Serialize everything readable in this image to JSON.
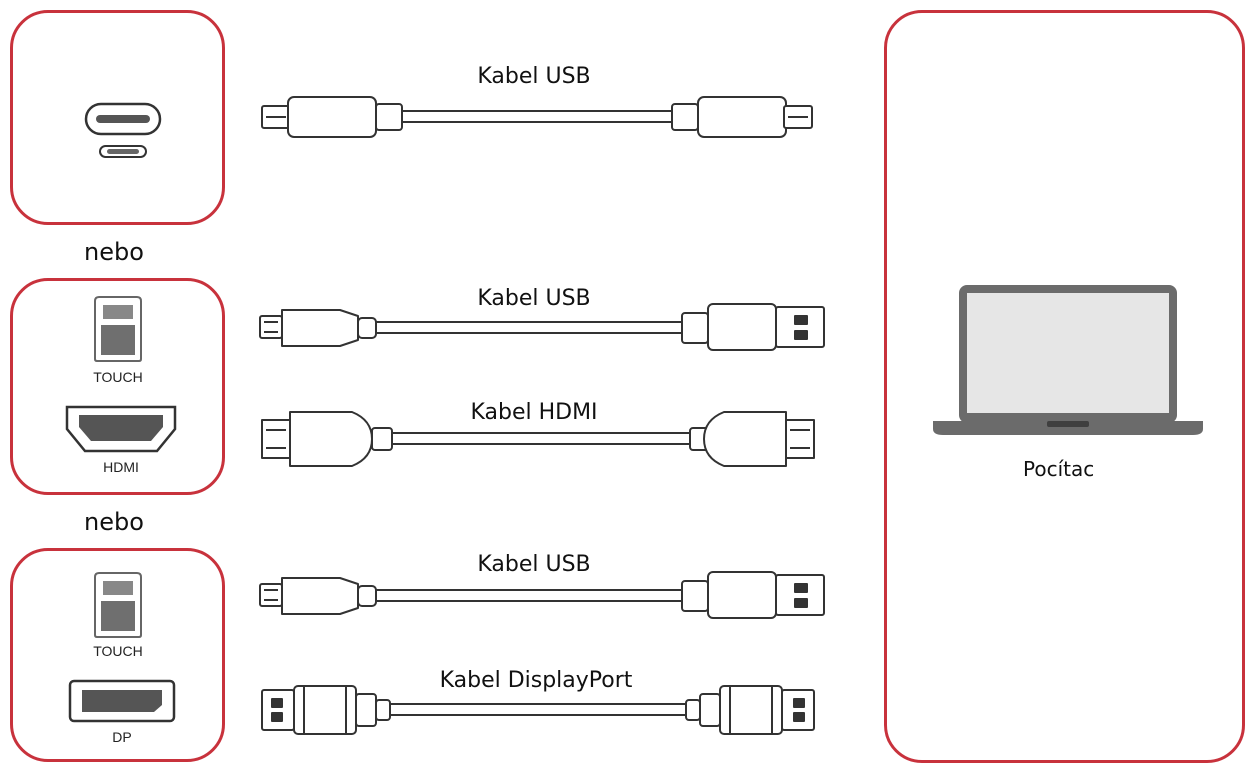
{
  "separators": [
    "nebo",
    "nebo"
  ],
  "group1": {
    "cables": [
      {
        "label": "Kabel USB",
        "end_a": "usb-c",
        "end_b": "usb-c"
      }
    ]
  },
  "group2": {
    "ports": [
      "TOUCH",
      "HDMI"
    ],
    "cables": [
      {
        "label": "Kabel USB",
        "end_a": "usb-b",
        "end_b": "usb-a"
      },
      {
        "label": "Kabel HDMI",
        "end_a": "hdmi",
        "end_b": "hdmi"
      }
    ]
  },
  "group3": {
    "ports": [
      "TOUCH",
      "DP"
    ],
    "cables": [
      {
        "label": "Kabel USB",
        "end_a": "usb-b",
        "end_b": "usb-a"
      },
      {
        "label": "Kabel DisplayPort",
        "end_a": "displayport",
        "end_b": "displayport"
      }
    ]
  },
  "computer": {
    "label": "Pocítac",
    "icon": "laptop-icon"
  },
  "colors": {
    "accent": "#c8323c",
    "line": "#333333"
  }
}
